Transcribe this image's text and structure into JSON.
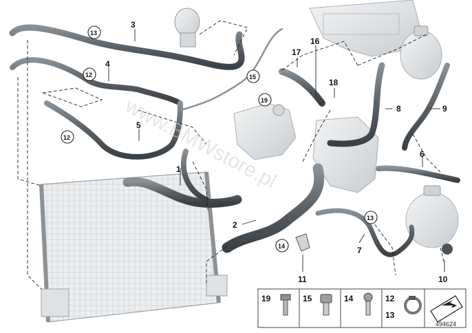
{
  "watermark": "www.BMWstore.pl",
  "diagram_id": "494624",
  "callouts": {
    "c1": "1",
    "c2": "2",
    "c3": "3",
    "c4": "4",
    "c5": "5",
    "c6": "6",
    "c7": "7",
    "c8": "8",
    "c9": "9",
    "c10": "10",
    "c11": "11",
    "c16": "16",
    "c17": "17",
    "c18": "18"
  },
  "circled_callouts": {
    "c13a": "13",
    "c12a": "12",
    "c12b": "12",
    "c15": "15",
    "c19": "19",
    "c14": "14",
    "c13b": "13"
  },
  "legend": {
    "item19": "19",
    "item15": "15",
    "item14": "14",
    "item12": "12",
    "item13": "13"
  },
  "colors": {
    "hose": "#5d6469",
    "hose_dark": "#3d4246",
    "part_light": "#e4e6e8",
    "line": "#222222"
  }
}
